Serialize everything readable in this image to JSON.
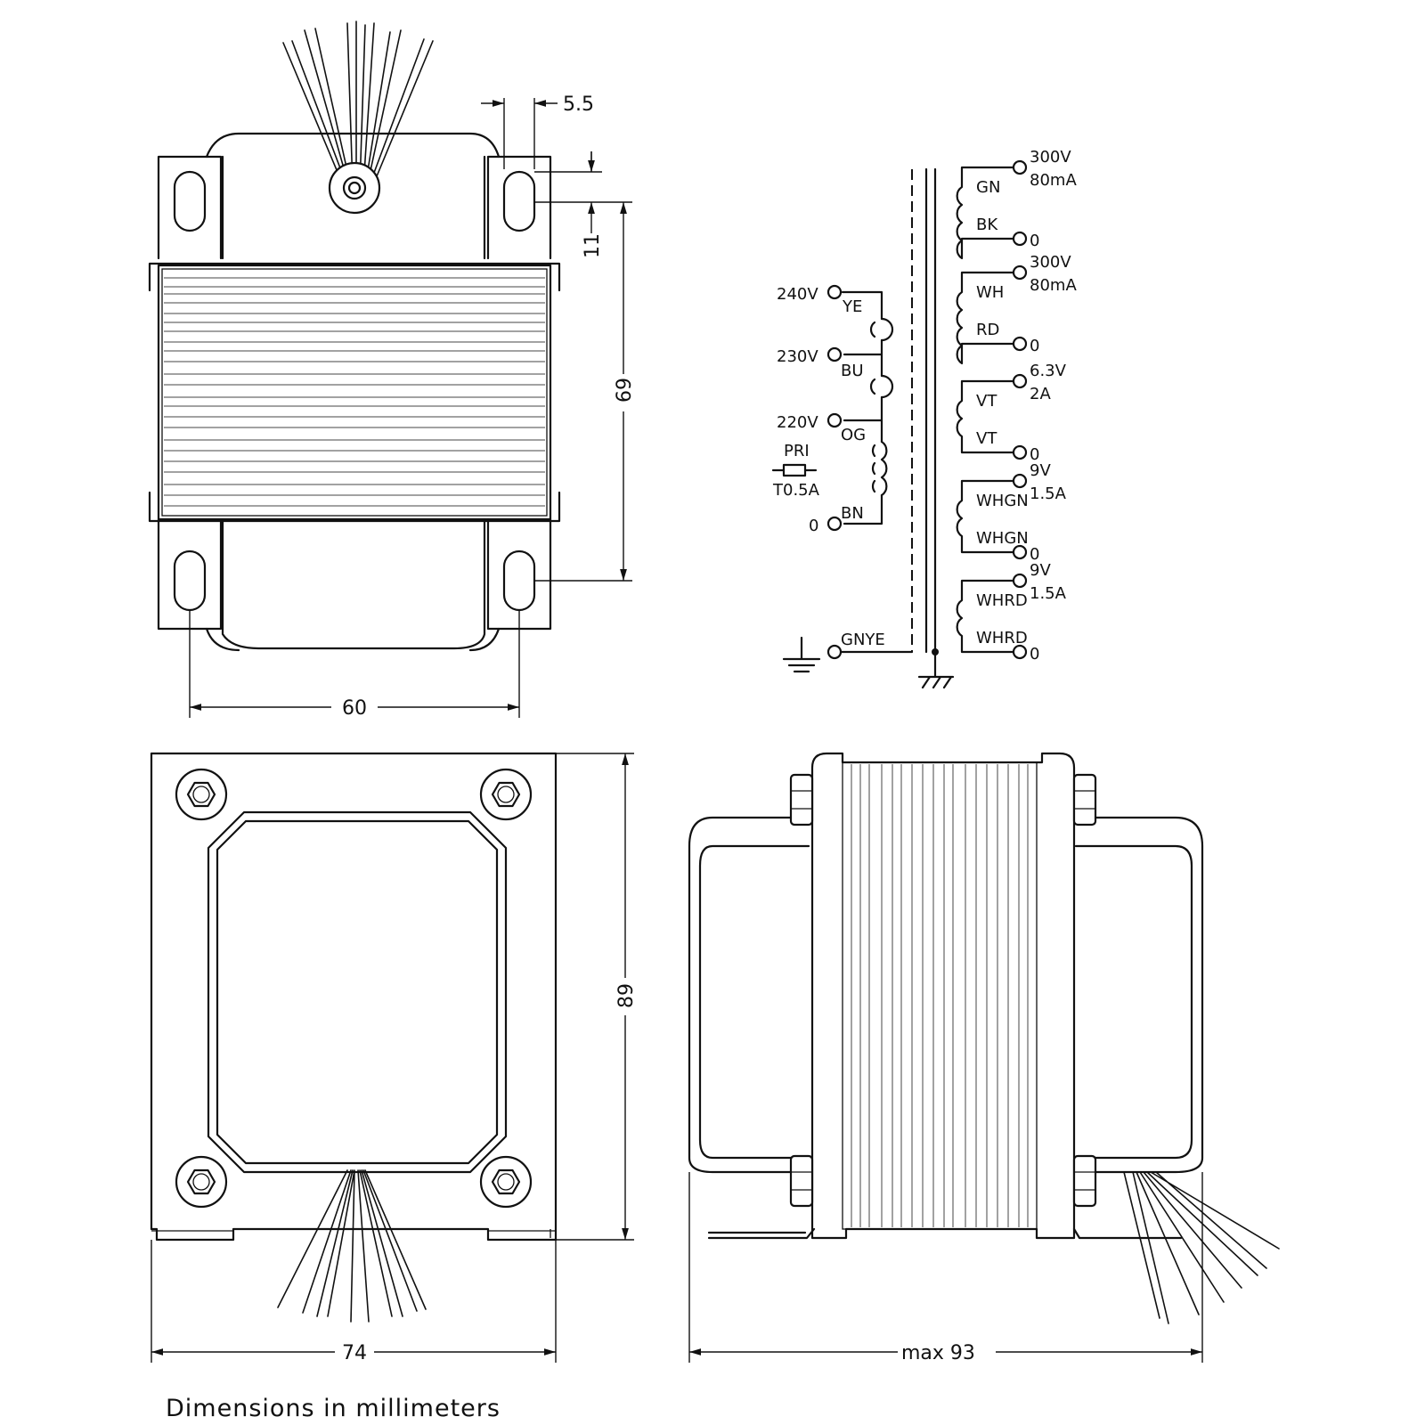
{
  "footer": "Dimensions  in  millimeters",
  "dimensions": {
    "top_offset": "5.5",
    "slot_length": "11",
    "mount_height": "69",
    "mount_width": "60",
    "width": "74",
    "height": "89",
    "max_depth": "max  93"
  },
  "primary": {
    "taps": [
      {
        "voltage": "240V",
        "wire": "YE"
      },
      {
        "voltage": "230V",
        "wire": "BU"
      },
      {
        "voltage": "220V",
        "wire": "OG"
      },
      {
        "voltage": "0",
        "wire": "BN"
      }
    ],
    "fuse_label": "PRI",
    "fuse_rating": "T0.5A",
    "ground_wire": "GNYE"
  },
  "secondaries": [
    {
      "top_wire": "GN",
      "bottom_wire": "BK",
      "rating_v": "300V",
      "rating_i": "80mA",
      "zero": "0"
    },
    {
      "top_wire": "WH",
      "bottom_wire": "RD",
      "rating_v": "300V",
      "rating_i": "80mA",
      "zero": "0"
    },
    {
      "top_wire": "VT",
      "bottom_wire": "VT",
      "rating_v": "6.3V",
      "rating_i": "2A",
      "zero": "0"
    },
    {
      "top_wire": "WHGN",
      "bottom_wire": "WHGN",
      "rating_v": "9V",
      "rating_i": "1.5A",
      "zero": "0"
    },
    {
      "top_wire": "WHRD",
      "bottom_wire": "WHRD",
      "rating_v": "9V",
      "rating_i": "1.5A",
      "zero": "0"
    }
  ]
}
